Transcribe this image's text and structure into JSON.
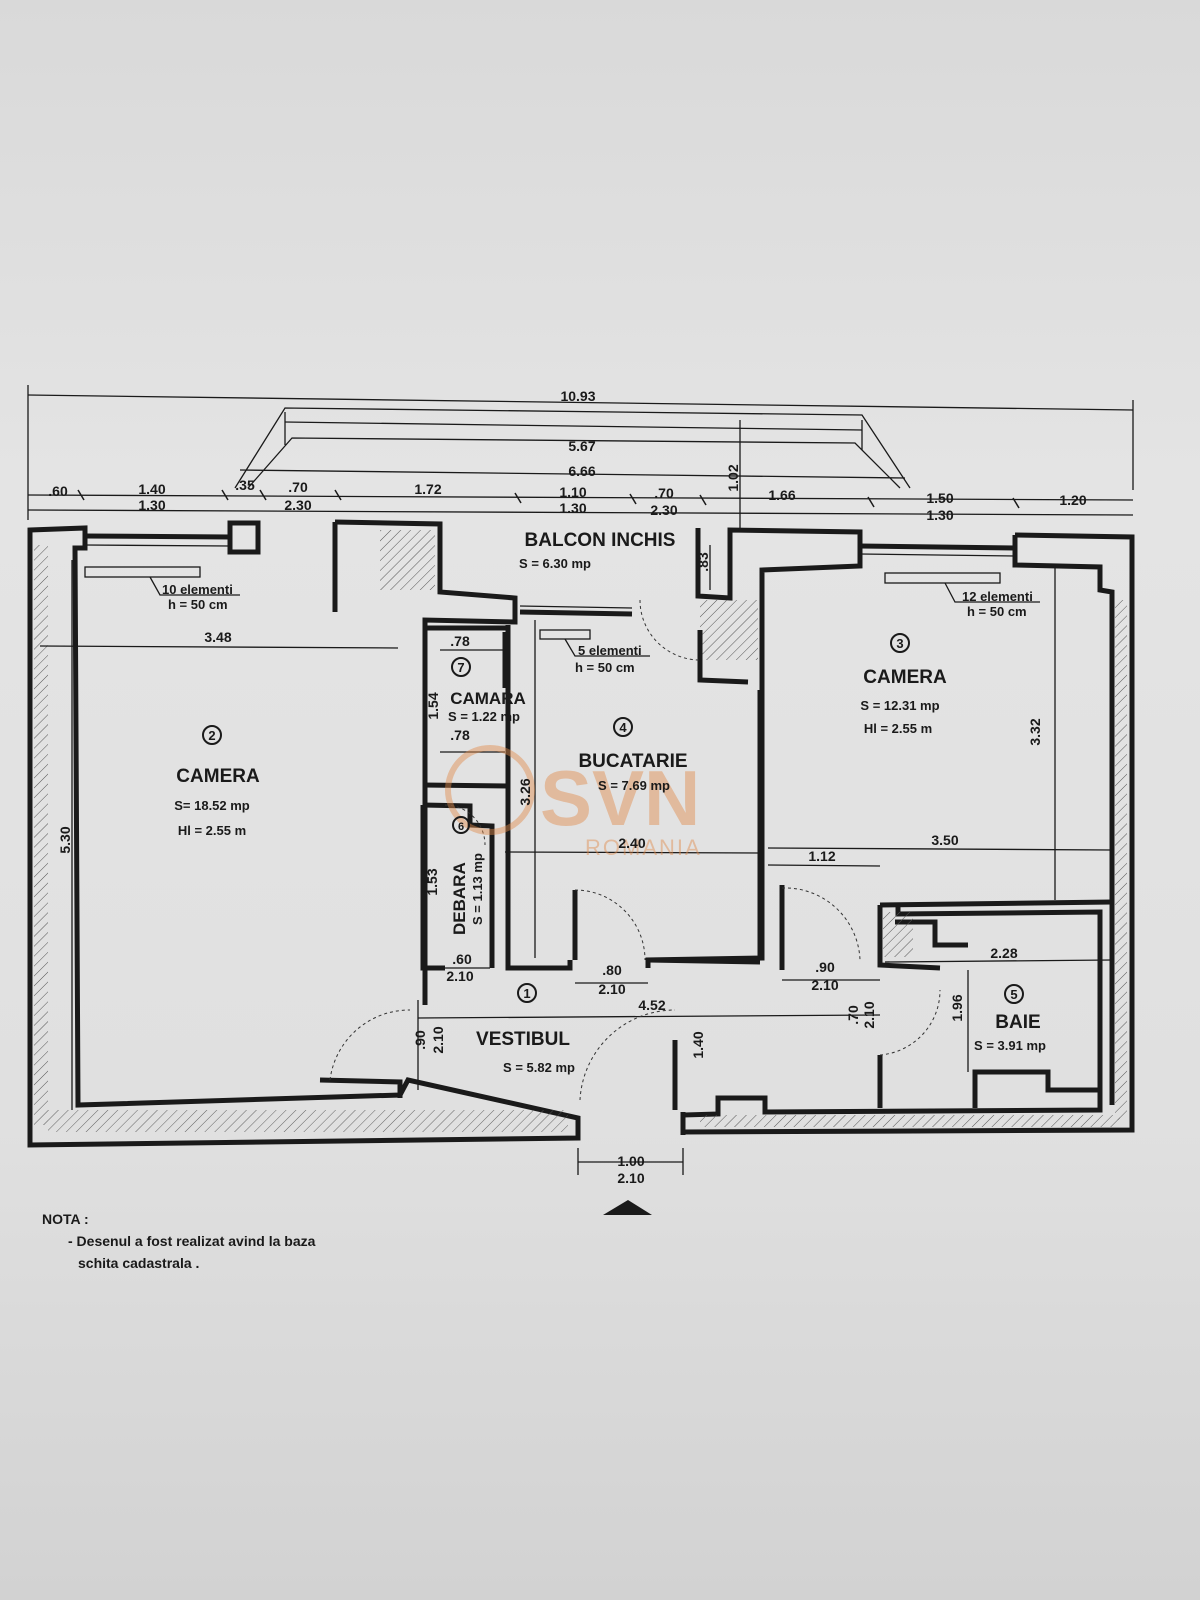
{
  "dimensions": {
    "overall_width": "10.93",
    "balcony_outer": "5.67",
    "balcony_inner": "6.66",
    "top_row_upper": [
      ".60",
      "1.40",
      ".35",
      ".70",
      "1.72",
      "1.10",
      ".70",
      "1.66",
      "1.50",
      "1.20"
    ],
    "top_row_lower": [
      "1.30",
      "2.30",
      "1.30",
      "2.30",
      "1.30"
    ],
    "balcony_depth": "1.02",
    "balcony_side": ".83",
    "left_room_width": "3.48",
    "left_room_height": "5.30",
    "camara_w1": ".78",
    "camara_w2": ".78",
    "camara_h": "1.54",
    "kitchen_h": "3.26",
    "kitchen_w": "2.40",
    "debara_h": "1.53",
    "debara_door_w": ".60",
    "debara_door_h": "2.10",
    "kitchen_door_w": ".80",
    "kitchen_door_h": "2.10",
    "right_door_w": ".90",
    "right_door_h": "2.10",
    "hall_length": "4.52",
    "hall_door_w": ".90",
    "hall_door_h": "2.10",
    "hall_depth": "1.40",
    "right_room_w1": "1.12",
    "right_room_w2": "3.50",
    "right_room_h": "3.32",
    "bath_w": "2.28",
    "bath_h": "1.96",
    "bath_door_w": ".70",
    "bath_door_h": "2.10",
    "entry_w": "1.00",
    "entry_h": "2.10"
  },
  "rooms": [
    {
      "id": "1",
      "name": "VESTIBUL",
      "area": "S = 5.82 mp"
    },
    {
      "id": "2",
      "name": "CAMERA",
      "area": "S= 18.52 mp",
      "height": "Hl = 2.55 m"
    },
    {
      "id": "3",
      "name": "CAMERA",
      "area": "S = 12.31 mp",
      "height": "Hl = 2.55 m"
    },
    {
      "id": "4",
      "name": "BUCATARIE",
      "area": "S = 7.69 mp"
    },
    {
      "id": "5",
      "name": "BAIE",
      "area": "S = 3.91 mp"
    },
    {
      "id": "6",
      "name": "DEBARA",
      "area": "S = 1.13 mp"
    },
    {
      "id": "7",
      "name": "CAMARA",
      "area": "S = 1.22 mp"
    }
  ],
  "balcony": {
    "name": "BALCON INCHIS",
    "area": "S = 6.30 mp"
  },
  "radiators": [
    {
      "elements": "10 elementi",
      "height": "h = 50 cm"
    },
    {
      "elements": "5 elementi",
      "height": "h = 50 cm"
    },
    {
      "elements": "12 elementi",
      "height": "h = 50 cm"
    }
  ],
  "watermark": {
    "brand": "SVN",
    "sub": "ROMANIA"
  },
  "note": {
    "title": "NOTA :",
    "line1": "- Desenul a fost realizat avind la baza",
    "line2": "schita cadastrala ."
  },
  "colors": {
    "ink": "#1a1a1a",
    "paper": "#dedede",
    "watermark": "#e08a4a"
  }
}
